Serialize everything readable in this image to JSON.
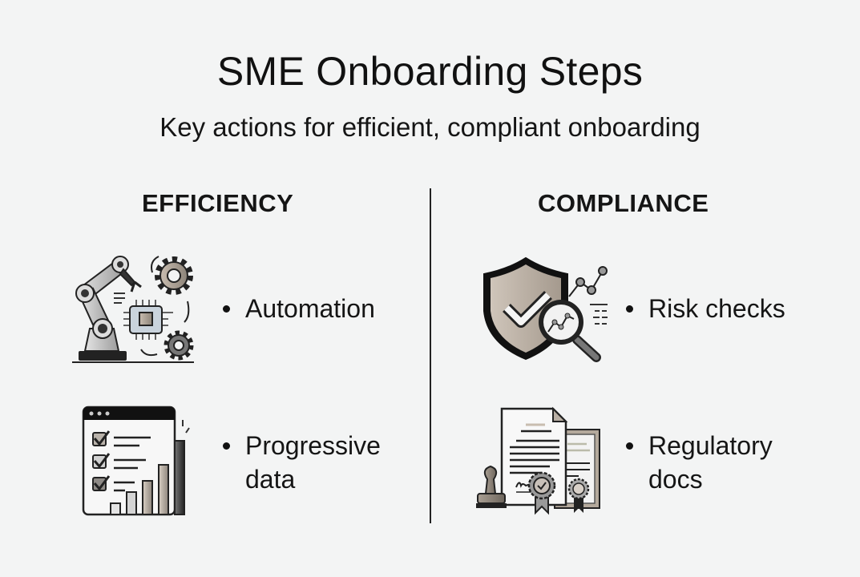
{
  "header": {
    "title": "SME Onboarding Steps",
    "subtitle": "Key actions for efficient, compliant onboarding"
  },
  "columns": [
    {
      "heading": "EFFICIENCY",
      "items": [
        {
          "label": "Automation",
          "icon": "robot-arm-chip-gears-icon"
        },
        {
          "label_line1": "Progressive",
          "label_line2": "data",
          "icon": "checklist-bar-chart-icon"
        }
      ]
    },
    {
      "heading": "COMPLIANCE",
      "items": [
        {
          "label": "Risk checks",
          "icon": "shield-magnifier-icon"
        },
        {
          "label_line1": "Regulatory",
          "label_line2": "docs",
          "icon": "documents-stamp-seal-icon"
        }
      ]
    }
  ],
  "colors": {
    "background": "#f3f4f4",
    "text": "#111111",
    "icon_fill": "#b7aca0",
    "icon_stroke": "#1a1a1a"
  }
}
